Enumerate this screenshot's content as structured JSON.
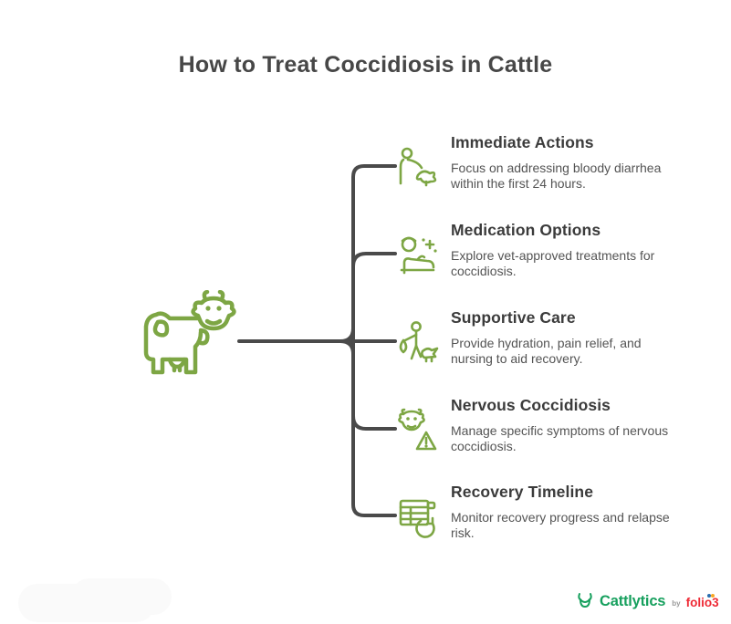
{
  "page": {
    "title": "How to Treat Coccidiosis in Cattle"
  },
  "colors": {
    "icon_green": "#7DA644",
    "connector_gray": "#4A4A4A",
    "heading_text": "#3b3b3b",
    "body_text": "#545454",
    "brand_green": "#17A05E",
    "folio_red": "#EE2A35"
  },
  "diagram": {
    "root_icon": "cow-icon",
    "items": [
      {
        "title": "Immediate Actions",
        "description": "Focus on addressing bloody diarrhea within the first 24 hours.",
        "icon": "farmer-checking-calf-icon"
      },
      {
        "title": "Medication Options",
        "description": "Explore vet-approved treatments for coccidiosis.",
        "icon": "vet-treatment-icon"
      },
      {
        "title": "Supportive Care",
        "description": "Provide hydration, pain relief, and nursing to aid recovery.",
        "icon": "hydration-care-icon"
      },
      {
        "title": "Nervous Coccidiosis",
        "description": "Manage specific symptoms of nervous coccidiosis.",
        "icon": "cow-warning-icon"
      },
      {
        "title": "Recovery Timeline",
        "description": "Monitor recovery progress and relapse risk.",
        "icon": "timeline-refresh-icon"
      }
    ]
  },
  "footer": {
    "brand": "Cattlytics",
    "byline": "by",
    "company": "folio3"
  }
}
